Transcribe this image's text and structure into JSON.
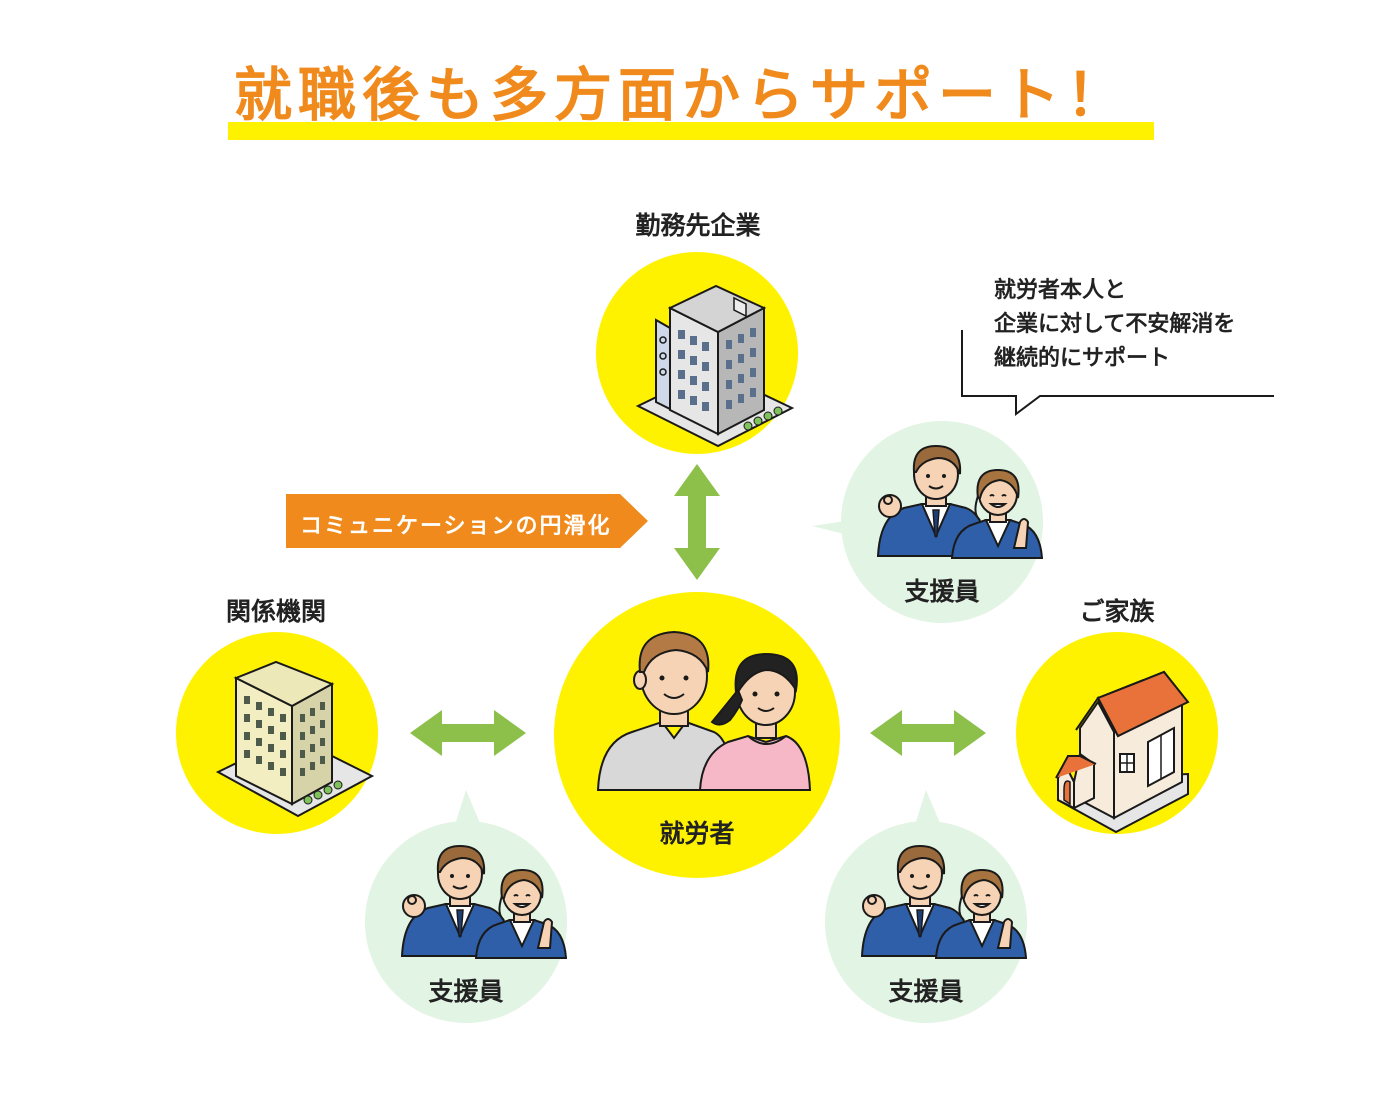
{
  "title": "就職後も多方面からサポート！",
  "nodes": {
    "company": "勤務先企業",
    "agencies": "関係機関",
    "family": "ご家族",
    "worker": "就労者"
  },
  "supporter_label": "支援員",
  "communication_banner": "コミュニケーションの円滑化",
  "speech": {
    "line1": "就労者本人と",
    "line2": "企業に対して不安解消を",
    "line3": "継続的にサポート"
  },
  "colors": {
    "title_orange": "#f08a1c",
    "highlight_yellow": "#fff200",
    "arrow_green": "#8cc04a",
    "support_bubble": "#e2f4e3",
    "banner_orange": "#f08a1c",
    "suit_blue": "#2f5fa8"
  }
}
